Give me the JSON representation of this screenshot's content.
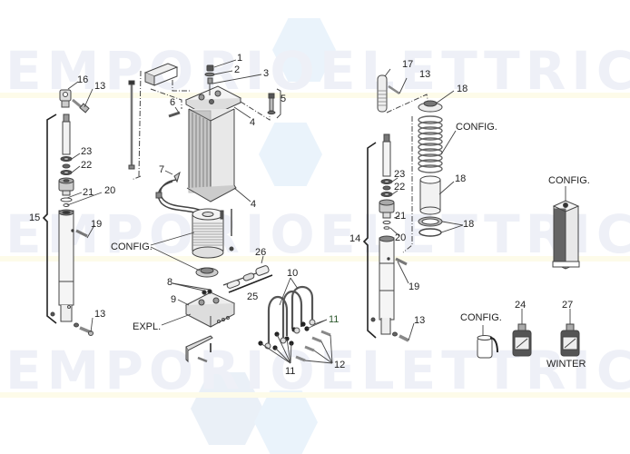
{
  "watermark": {
    "rows": [
      {
        "left": "EMPORIO",
        "right": "ELETTRICO"
      },
      {
        "left": "EMPORIO",
        "right": "ELETTRICO"
      },
      {
        "left": "EMPORIO",
        "right": "ELETTRICO"
      }
    ],
    "text_color": "#eef0f7",
    "band_color": "#fdfbe9",
    "hex_color": "#e9f3fa"
  },
  "diagram": {
    "type": "exploded-parts-view",
    "line_color": "#444444",
    "left_cylinder": {
      "group_label": "15",
      "callouts": [
        "16",
        "13",
        "23",
        "22",
        "21",
        "20",
        "19",
        "13"
      ]
    },
    "center_unit": {
      "callouts": [
        "1",
        "2",
        "3",
        "4",
        "5",
        "6",
        "4",
        "7",
        "8",
        "9",
        "25",
        "26"
      ],
      "motor_label": "CONFIG.",
      "base_label": "EXPL."
    },
    "pipes": {
      "callouts": [
        "10",
        "11",
        "11",
        "12"
      ]
    },
    "right_cylinder": {
      "group_label": "14",
      "callouts": [
        "17",
        "13",
        "18",
        "18",
        "18",
        "23",
        "22",
        "21",
        "20",
        "19",
        "13"
      ],
      "spring_label": "CONFIG."
    },
    "reservoir": {
      "label": "CONFIG."
    },
    "capacitor": {
      "label": "CONFIG."
    },
    "bottles": [
      {
        "number": "24",
        "caption": ""
      },
      {
        "number": "27",
        "caption": "WINTER"
      }
    ]
  },
  "labels": {
    "n1": "1",
    "n2": "2",
    "n3": "3",
    "n4a": "4",
    "n5": "5",
    "n6": "6",
    "n4b": "4",
    "n7": "7",
    "n8": "8",
    "n9": "9",
    "n10": "10",
    "n11a": "11",
    "n11b": "11",
    "n12": "12",
    "n13a": "13",
    "n13b": "13",
    "n13c": "13",
    "n13d": "13",
    "n14": "14",
    "n15": "15",
    "n16": "16",
    "n17": "17",
    "n18a": "18",
    "n18b": "18",
    "n18c": "18",
    "n19a": "19",
    "n19b": "19",
    "n20a": "20",
    "n20b": "20",
    "n21a": "21",
    "n21b": "21",
    "n22a": "22",
    "n22b": "22",
    "n23a": "23",
    "n23b": "23",
    "n24": "24",
    "n25": "25",
    "n26": "26",
    "n27": "27",
    "config_motor": "CONFIG.",
    "config_spring": "CONFIG.",
    "config_reservoir": "CONFIG.",
    "config_capacitor": "CONFIG.",
    "expl": "EXPL.",
    "winter": "WINTER"
  }
}
